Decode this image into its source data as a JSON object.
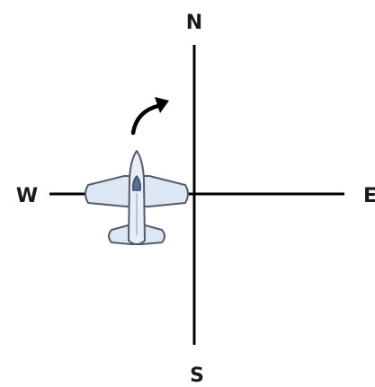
{
  "compass": {
    "north": "N",
    "south": "S",
    "east": "E",
    "west": "W"
  },
  "airplane": {
    "icon": "airplane-icon",
    "heading": "north",
    "turn_indicator": "curved-arrow-right-icon",
    "body_color": "#dde6f5",
    "outline_color": "#555a66"
  }
}
